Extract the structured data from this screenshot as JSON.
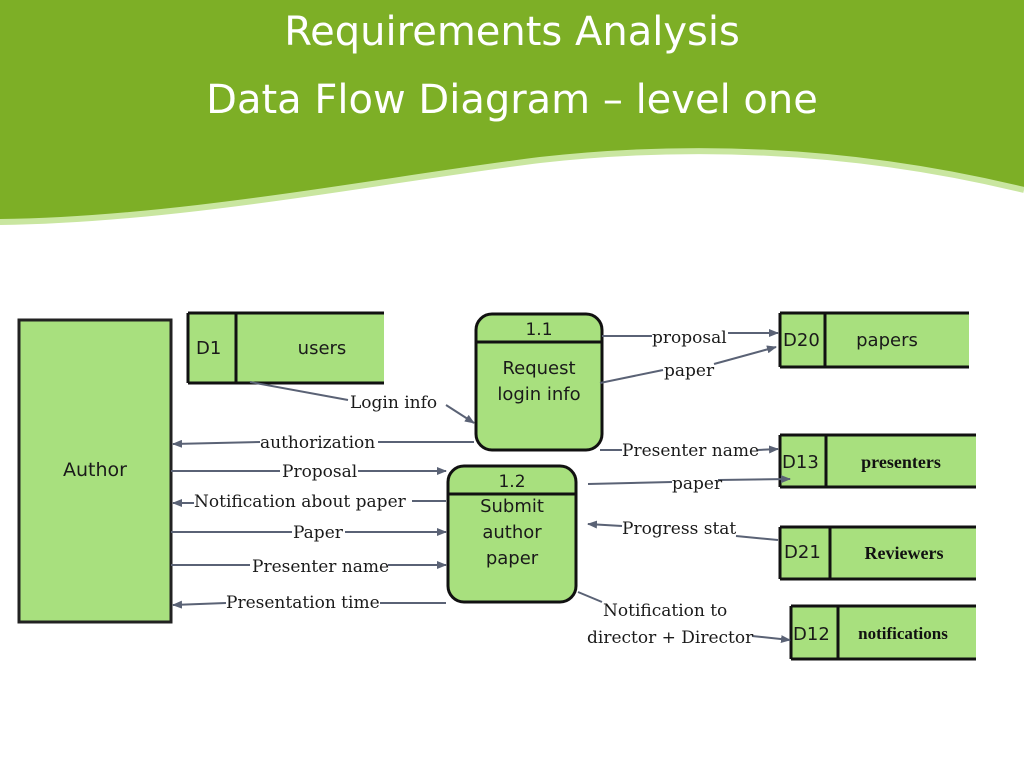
{
  "slide": {
    "title_line1": "Requirements Analysis",
    "title_line2": "Data Flow Diagram – level one",
    "colors": {
      "header": "#7daf26",
      "fill": "#a8e07e",
      "arrow": "#5a6275"
    }
  },
  "entity": {
    "name": "Author"
  },
  "processes": [
    {
      "id": "1.1",
      "label_lines": [
        "Request",
        "login info"
      ]
    },
    {
      "id": "1.2",
      "label_lines": [
        "Submit",
        "author",
        "paper"
      ]
    }
  ],
  "stores": [
    {
      "id": "D1",
      "name": "users"
    },
    {
      "id": "D20",
      "name": "papers"
    },
    {
      "id": "D13",
      "name": "presenters"
    },
    {
      "id": "D21",
      "name": "Reviewers"
    },
    {
      "id": "D12",
      "name": "notifications"
    }
  ],
  "flows": {
    "login_info": "Login info",
    "authorization": "authorization",
    "proposal_to_12": "Proposal",
    "notification_about_paper": "Notification about paper",
    "paper_to_12": "Paper",
    "presenter_name_to_12": "Presenter name",
    "presentation_time": "Presentation time",
    "proposal_to_d20": "proposal",
    "paper_to_d20": "paper",
    "presenter_name_to_d13": "Presenter name",
    "paper_to_d13": "paper",
    "progress_stat": "Progress stat",
    "notification_line1": "Notification to",
    "notification_line2": "director + Director"
  }
}
